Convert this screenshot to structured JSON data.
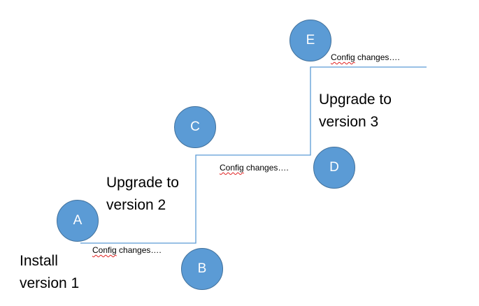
{
  "diagram": {
    "line_color": "#5b9bd5",
    "node_color": "#5b9bd5",
    "nodes": {
      "a": "A",
      "b": "B",
      "c": "C",
      "d": "D",
      "e": "E"
    },
    "steps": {
      "install": {
        "line1": "Install",
        "line2": "version 1"
      },
      "upgrade2": {
        "line1": "Upgrade to",
        "line2": "version 2"
      },
      "upgrade3": {
        "line1": "Upgrade to",
        "line2": "version 3"
      }
    },
    "notes": {
      "word": "Config",
      "rest": " changes….",
      "count": 3
    }
  }
}
